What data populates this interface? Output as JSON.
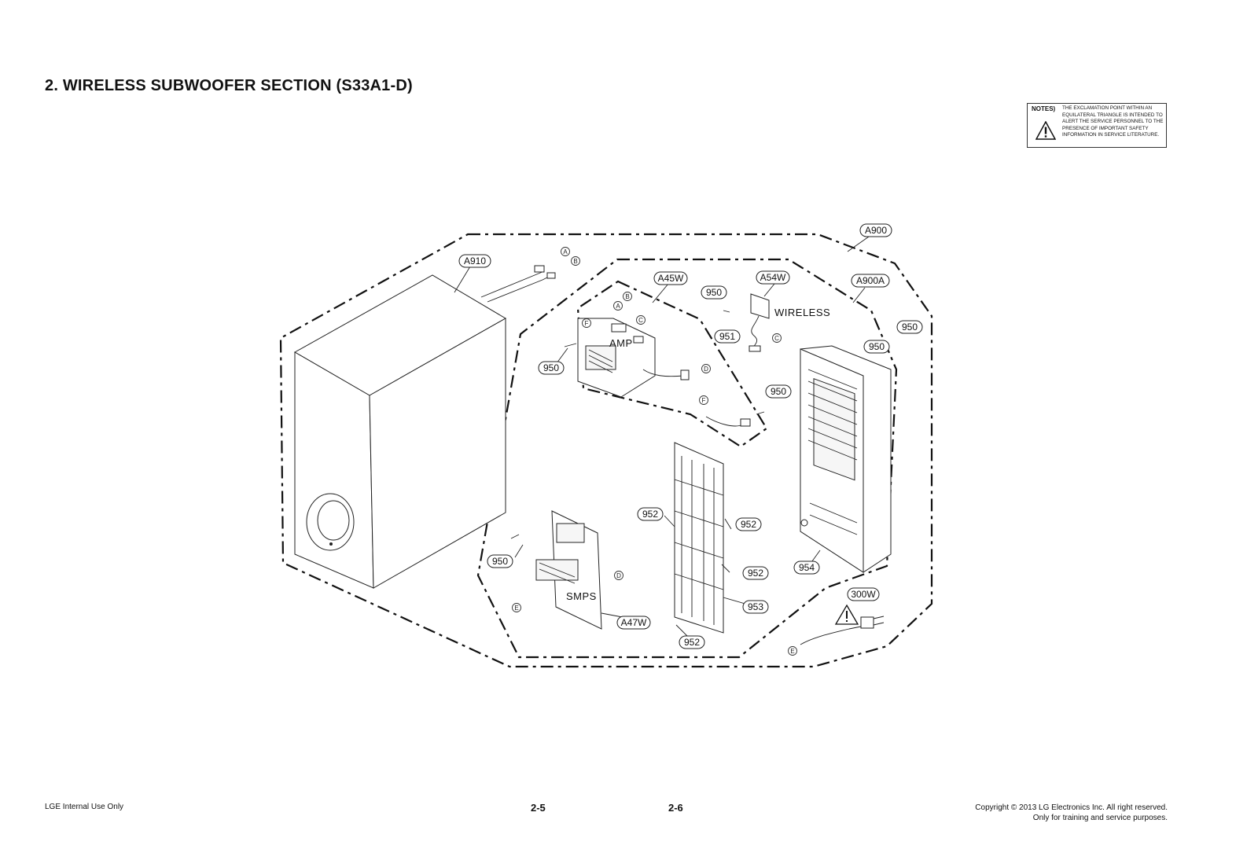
{
  "page": {
    "title": "2. WIRELESS SUBWOOFER SECTION (S33A1-D)"
  },
  "notes": {
    "label": "NOTES)",
    "text": "THE EXCLAMATION POINT WITHIN AN EQUILATERAL TRIANGLE IS INTENDED TO ALERT THE SERVICE PERSONNEL TO THE PRESENCE OF IMPORTANT SAFETY INFORMATION IN SERVICE LITERATURE.",
    "icon": "warning-triangle-icon"
  },
  "diagram": {
    "part_labels": {
      "a900": "A900",
      "a910": "A910",
      "a45w": "A45W",
      "a54w": "A54W",
      "a900a": "A900A",
      "a47w": "A47W",
      "p300w": "300W",
      "p950_top": "950",
      "p950_right1": "950",
      "p950_right2": "950",
      "p950_amp": "950",
      "p950_mid": "950",
      "p950_smps": "950",
      "p951": "951",
      "p952_a": "952",
      "p952_b": "952",
      "p952_c": "952",
      "p952_d": "952",
      "p953": "953",
      "p954": "954"
    },
    "board_names": {
      "amp": "AMP",
      "wireless": "WIRELESS",
      "smps": "SMPS"
    },
    "connectors": {
      "a_top": "A",
      "b_top": "B",
      "a_amp": "A",
      "b_amp": "B",
      "c_amp": "C",
      "f_amp": "F",
      "d_amp": "D",
      "f_cable": "F",
      "c_wireless": "C",
      "d_smps": "D",
      "e_smps": "E",
      "e_cord": "E"
    }
  },
  "footer": {
    "left": "LGE Internal Use Only",
    "page_left": "2-5",
    "page_right": "2-6",
    "copyright": "Copyright © 2013 LG Electronics Inc. All right reserved.",
    "training": "Only for training and service purposes."
  }
}
